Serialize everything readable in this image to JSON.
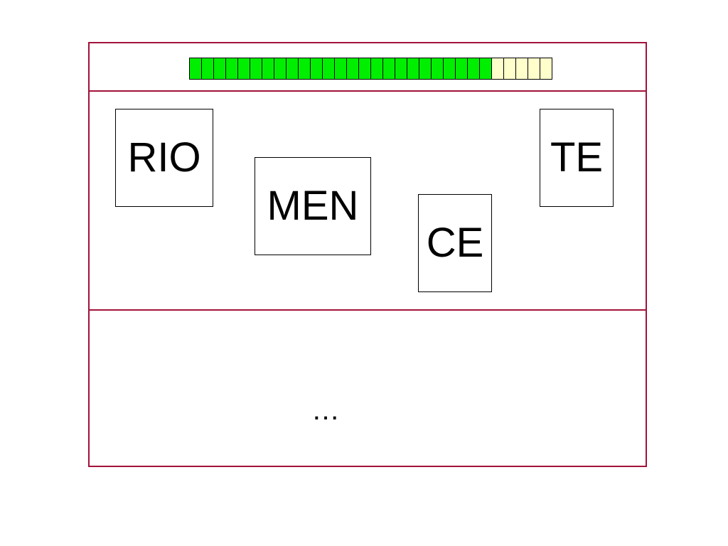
{
  "progress": {
    "total_segments": 30,
    "filled_segments": 25,
    "filled_color": "#00ee00",
    "empty_color": "#ffffcc"
  },
  "cards": {
    "rio": "RIO",
    "men": "MEN",
    "ce": "CE",
    "te": "TE"
  },
  "footer": {
    "ellipsis": "…"
  },
  "colors": {
    "frame_border": "#a3123a"
  }
}
